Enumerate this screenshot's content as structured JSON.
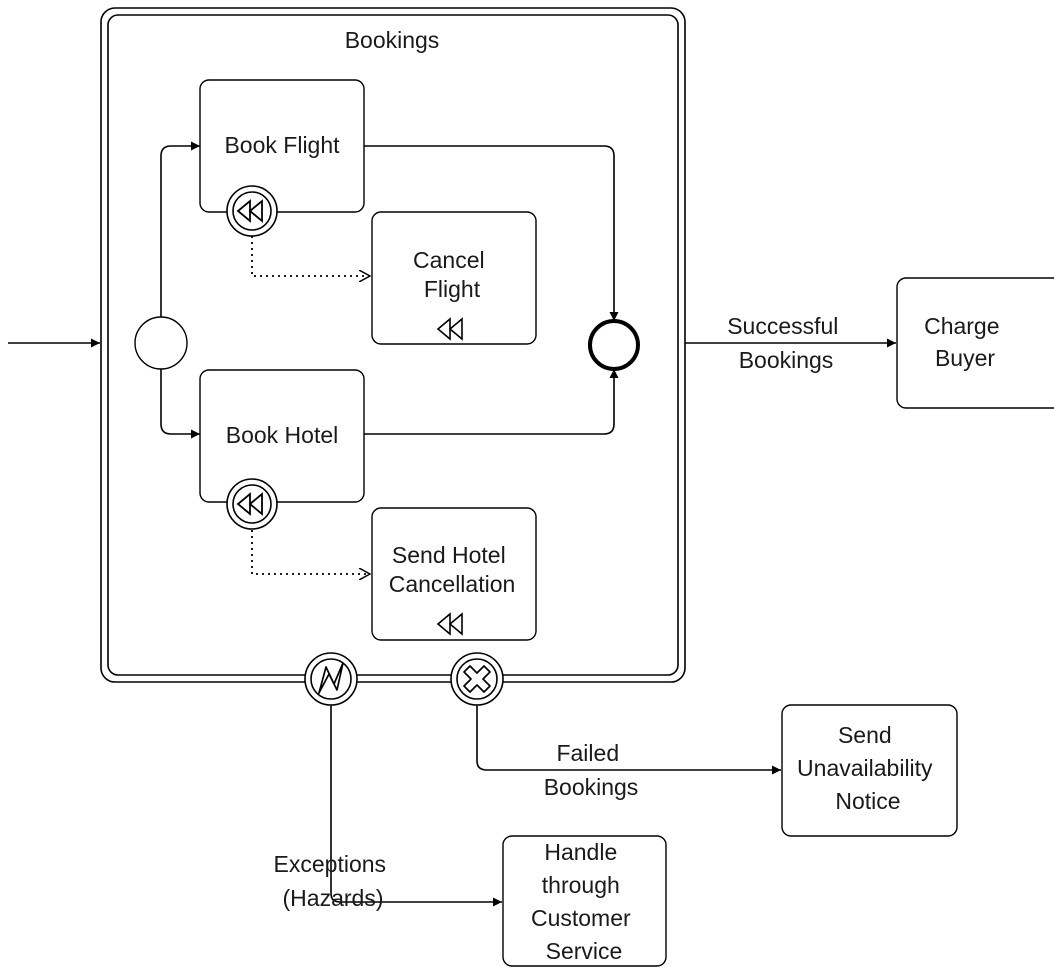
{
  "diagram": {
    "subprocess": {
      "label": "Bookings"
    },
    "tasks": {
      "book_flight": [
        "Book Flight"
      ],
      "cancel_flight": [
        "Cancel",
        "Flight"
      ],
      "book_hotel": [
        "Book Hotel"
      ],
      "send_hotel_cancellation": [
        "Send Hotel",
        "Cancellation"
      ],
      "charge_buyer": [
        "Charge",
        "Buyer"
      ],
      "send_unavailability_notice": [
        "Send",
        "Unavailability",
        "Notice"
      ],
      "handle_customer_service": [
        "Handle",
        "through",
        "Customer",
        "Service"
      ]
    },
    "flow_labels": {
      "successful": [
        "Successful",
        "Bookings"
      ],
      "failed": [
        "Failed",
        "Bookings"
      ],
      "exceptions": [
        "Exceptions",
        "(Hazards)"
      ]
    },
    "icons": {
      "compensation": "compensation-icon",
      "error": "error-icon",
      "cancel": "cancel-icon",
      "start_event": "start-event-icon",
      "end_event": "end-event-icon"
    }
  }
}
